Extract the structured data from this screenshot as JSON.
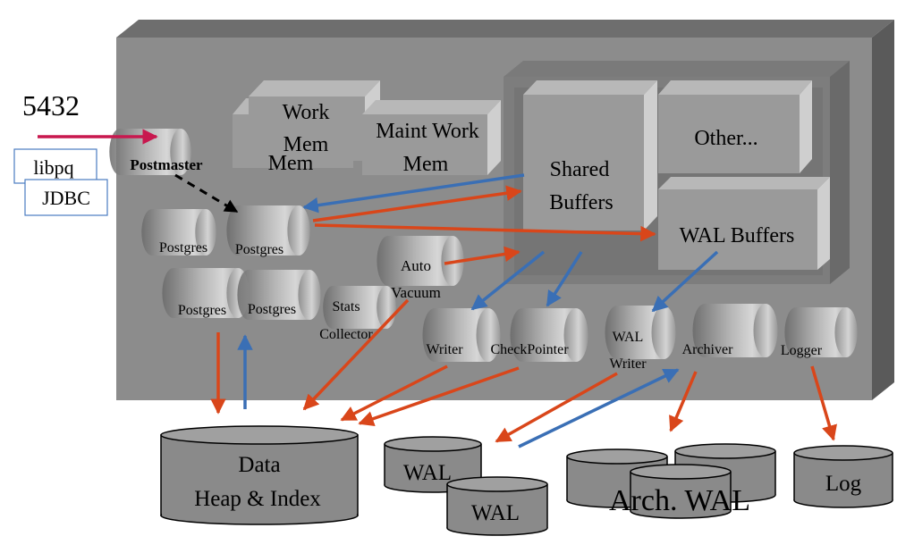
{
  "port": "5432",
  "clients": {
    "libpq": "libpq",
    "jdbc": "JDBC"
  },
  "memory": {
    "work_mem": [
      "Work",
      "Mem"
    ],
    "work_mem_back": "Mem",
    "maint_work_mem": [
      "Maint Work",
      "Mem"
    ],
    "shared_buffers": [
      "Shared",
      "Buffers"
    ],
    "other": "Other...",
    "wal_buffers": "WAL Buffers"
  },
  "processes": {
    "postmaster": "Postmaster",
    "postgres": "Postgres",
    "autovacuum": [
      "Auto",
      "Vacuum"
    ],
    "stats_collector": [
      "Stats",
      "Collector"
    ],
    "writer": "Writer",
    "checkpointer": "CheckPointer",
    "wal_writer": [
      "WAL",
      "Writer"
    ],
    "archiver": "Archiver",
    "logger": "Logger"
  },
  "storage": {
    "data": [
      "Data",
      "Heap & Index"
    ],
    "wal": "WAL",
    "arch_wal": "Arch. WAL",
    "log": "Log"
  },
  "colors": {
    "slab": "#8c8c8c",
    "slab_top": "#6e6e6e",
    "slab_side": "#5f5f5f",
    "box_face": "#9a9a9a",
    "box_top": "#b8b8b8",
    "box_side": "#cfcfcf",
    "red_arrow": "#d9461a",
    "blue_arrow": "#3a6fb5",
    "magenta_arrow": "#c8184f",
    "client_border": "#4a7cc0"
  }
}
